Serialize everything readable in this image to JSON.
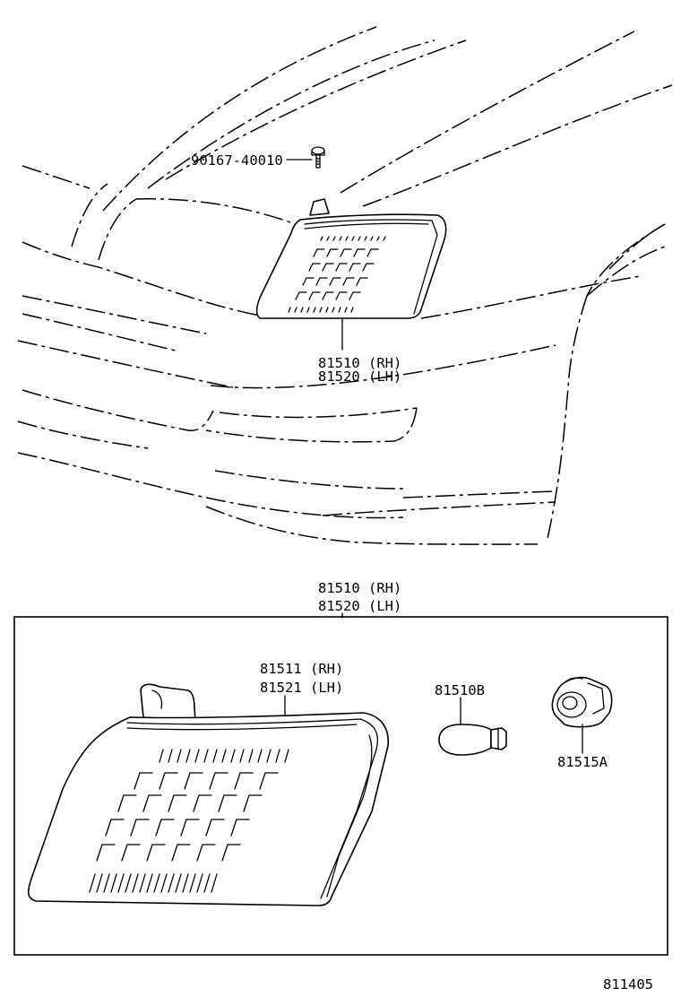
{
  "diagram": {
    "top_view": {
      "screw_part": "90167-40010",
      "lamp_rh": "81510 (RH)",
      "lamp_lh": "81520 (LH)"
    },
    "exploded_view": {
      "assembly_rh": "81510 (RH)",
      "assembly_lh": "81520 (LH)",
      "lens_rh": "81511 (RH)",
      "lens_lh": "81521 (LH)",
      "bulb": "81510B",
      "socket": "81515A"
    },
    "figure_number": "811405"
  }
}
